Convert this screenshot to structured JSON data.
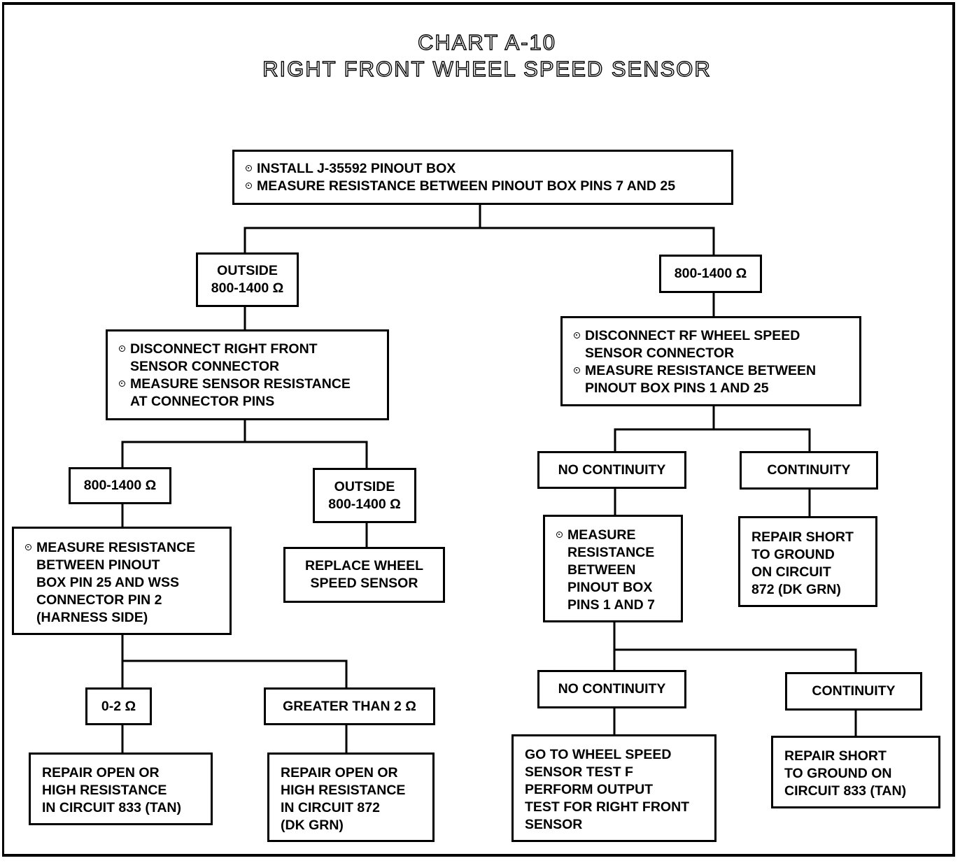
{
  "title": {
    "line1": "CHART A-10",
    "line2": "RIGHT FRONT WHEEL SPEED SENSOR"
  },
  "nodes": {
    "start": {
      "items": [
        [
          "INSTALL J-35592 PINOUT BOX"
        ],
        [
          "MEASURE RESISTANCE BETWEEN PINOUT BOX PINS 7 AND 25"
        ]
      ]
    },
    "outside1": {
      "lines": [
        "OUTSIDE",
        "800-1400 Ω"
      ]
    },
    "in_range1": {
      "lines": [
        "800-1400 Ω"
      ]
    },
    "disc_rf": {
      "items": [
        [
          "DISCONNECT RIGHT FRONT",
          "SENSOR CONNECTOR"
        ],
        [
          "MEASURE SENSOR RESISTANCE",
          "AT CONNECTOR PINS"
        ]
      ]
    },
    "disc_rf_wss": {
      "items": [
        [
          "DISCONNECT RF WHEEL SPEED",
          "SENSOR CONNECTOR"
        ],
        [
          "MEASURE RESISTANCE BETWEEN",
          "PINOUT BOX PINS 1 AND 25"
        ]
      ]
    },
    "in_range2": {
      "lines": [
        "800-1400 Ω"
      ]
    },
    "outside2": {
      "lines": [
        "OUTSIDE",
        "800-1400 Ω"
      ]
    },
    "no_cont1": {
      "lines": [
        "NO CONTINUITY"
      ]
    },
    "cont1": {
      "lines": [
        "CONTINUITY"
      ]
    },
    "measure_harness": {
      "items": [
        [
          "MEASURE RESISTANCE",
          "BETWEEN PINOUT",
          "BOX PIN 25 AND WSS",
          "CONNECTOR PIN 2",
          "(HARNESS SIDE)"
        ]
      ]
    },
    "replace_wss": {
      "lines": [
        "REPLACE WHEEL",
        "SPEED SENSOR"
      ]
    },
    "measure_1_7": {
      "items": [
        [
          "MEASURE",
          "RESISTANCE",
          "BETWEEN",
          "PINOUT BOX",
          "PINS 1 AND 7"
        ]
      ]
    },
    "repair_short_872": {
      "lines": [
        "REPAIR SHORT",
        "TO GROUND",
        "ON CIRCUIT",
        "872 (DK GRN)"
      ]
    },
    "zero_two": {
      "lines": [
        "0-2 Ω"
      ]
    },
    "greater_two": {
      "lines": [
        "GREATER THAN 2 Ω"
      ]
    },
    "no_cont2": {
      "lines": [
        "NO CONTINUITY"
      ]
    },
    "cont2": {
      "lines": [
        "CONTINUITY"
      ]
    },
    "repair_open_833": {
      "lines": [
        "REPAIR OPEN OR",
        "HIGH RESISTANCE",
        "IN CIRCUIT 833 (TAN)"
      ]
    },
    "repair_open_872": {
      "lines": [
        "REPAIR OPEN OR",
        "HIGH RESISTANCE",
        "IN CIRCUIT 872",
        "(DK GRN)"
      ]
    },
    "goto_test_f": {
      "lines": [
        "GO TO WHEEL SPEED",
        "SENSOR TEST F",
        "PERFORM OUTPUT",
        "TEST FOR RIGHT FRONT",
        "SENSOR"
      ]
    },
    "repair_short_833": {
      "lines": [
        "REPAIR SHORT",
        "TO GROUND ON",
        "CIRCUIT 833 (TAN)"
      ]
    }
  }
}
